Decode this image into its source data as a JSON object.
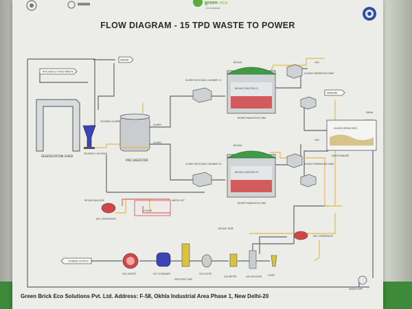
{
  "title": "FLOW DIAGRAM - 15 TPD WASTE TO POWER",
  "footer": "Green Brick Eco Solutions Pvt. Ltd. Address: F-58, Okhla Industrial Area Phase 1, New Delhi-20",
  "logo": {
    "brand": "green",
    "brand2": "eco",
    "tagline": "eco solutions"
  },
  "labels": {
    "food_waste": "KITCHEN & FOOD WASTE",
    "water": "WATER",
    "segregation_shed": "SEGREGATION SHED",
    "crusher": "CRUSHER CUM PUMP",
    "crushed_slurry": "CRUSHED SLURRY",
    "pre_digester": "PRE DIGESTER",
    "slurry_top": "SLURRY",
    "slurry_bottom": "SLURRY",
    "slurry_chamber_1": "SLURRY RECEIVING CHAMBER 01",
    "slurry_chamber_2": "SLURRY RECEIVING CHAMBER 02",
    "digester_1": "BIOGAS DIGESTER 01",
    "digester_2": "BIOGAS DIGESTER 02",
    "methanisation_1": "BIOMETHANISATION TANK",
    "methanisation_2": "BIOMETHANISATION TANK",
    "hydrogen_1": "BIOGAS",
    "hydrogen_2": "BIOGAS",
    "sludge_1": "SLUDGE SEPARATION TANK",
    "sludge_2": "SLUDGE SEPARATION TANK",
    "manure": "MANURE",
    "drying_bed": "SLUDGE DRYING BED",
    "dried_manure": "DRIED MANURE",
    "biogas_tank": "BIOGAS TANK",
    "biogas_balloon": "BIOGAS BALLOON",
    "gas_out_1": "GAS",
    "gas_out_2": "GAS",
    "drain": "DRAIN",
    "chiller": "CHILLER",
    "water_out": "WATER OUT",
    "compressor_left": "AIR COMPRESSOR",
    "compressor_right": "AIR COMPRESSOR",
    "power": "POWER OUTPUT",
    "generator": "GAS GENSET",
    "scrubber": "H2S SCRUBBER",
    "moisture": "MOISTURE TRAP",
    "filter": "GAS FILTER",
    "meter": "GAS METER",
    "receiver": "GAS RECEIVER",
    "flare": "FLARE",
    "drain_pump": "DRAIN PUMP"
  },
  "colors": {
    "pipe": "#5a6670",
    "slurry_pipe": "#e2b94a",
    "gas_pipe": "#d14a4a",
    "dome": "#3f9b45",
    "tank": "#c9cdd0",
    "accent_red": "#d34545",
    "accent_blue": "#3b44b8",
    "accent_yellow": "#d8c33a"
  }
}
